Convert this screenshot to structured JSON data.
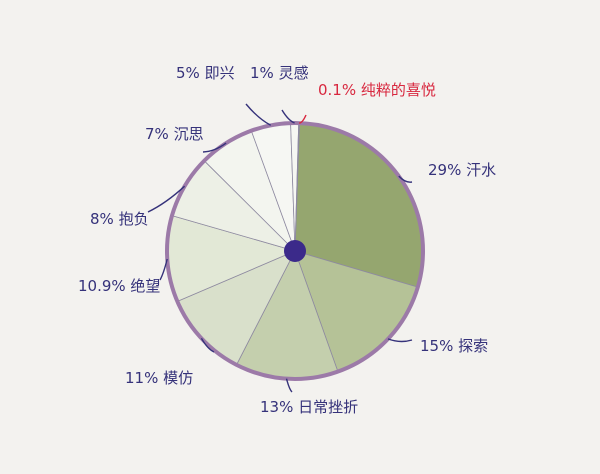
{
  "chart_data": {
    "type": "pie",
    "style": "hand-drawn",
    "slices": [
      {
        "label": "汗水",
        "value": 29,
        "value_text": "29%",
        "color": "#95a66f"
      },
      {
        "label": "探索",
        "value": 15,
        "value_text": "15%",
        "color": "#b5c297"
      },
      {
        "label": "日常挫折",
        "value": 13,
        "value_text": "13%",
        "color": "#c4cfad"
      },
      {
        "label": "模仿",
        "value": 11,
        "value_text": "11%",
        "color": "#d9e0cb"
      },
      {
        "label": "绝望",
        "value": 10.9,
        "value_text": "10.9%",
        "color": "#e2e8d6"
      },
      {
        "label": "抱负",
        "value": 8,
        "value_text": "8%",
        "color": "#edf0e6"
      },
      {
        "label": "沉思",
        "value": 7,
        "value_text": "7%",
        "color": "#f3f5ef"
      },
      {
        "label": "即兴",
        "value": 5,
        "value_text": "5%",
        "color": "#f6f7f3"
      },
      {
        "label": "灵感",
        "value": 1,
        "value_text": "1%",
        "color": "#f6f7f3"
      },
      {
        "label": "纯粹的喜悦",
        "value": 0.1,
        "value_text": "0.1%",
        "color": "#f7f8f4"
      }
    ]
  },
  "colors": {
    "outline": "#9c7aa8",
    "label_ink": "#35327a",
    "highlight_label": "#d8283f",
    "center_dot": "#3b2a8a",
    "background": "#f3f2ef"
  }
}
